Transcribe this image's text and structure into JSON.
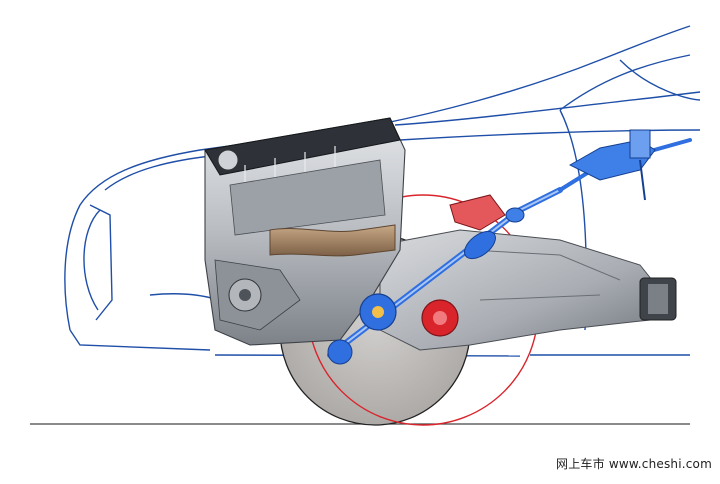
{
  "image": {
    "watermark": "网上车市 www.cheshi.com",
    "colors": {
      "background": "#ffffff",
      "car_outline": "#1f4fa8",
      "highlight_red": "#d9242b",
      "highlight_blue": "#2f6fe0",
      "metal_light": "#c9ccd0",
      "metal_dark": "#5a5f66",
      "exhaust_bronze": "#9a7a5a",
      "wheel_disc": "#c8c6c4"
    },
    "icons": [
      "car-body-outline",
      "v8-engine",
      "gearbox",
      "drive-shaft",
      "front-wheel",
      "differential",
      "steering-column"
    ]
  }
}
